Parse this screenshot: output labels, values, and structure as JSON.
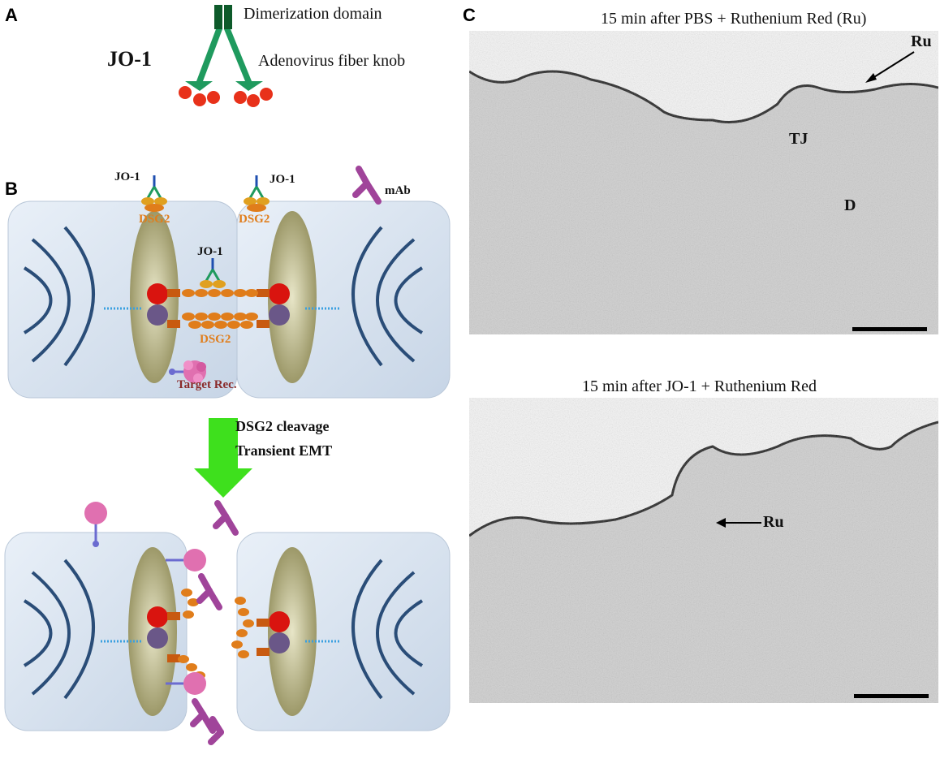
{
  "panels": {
    "a": {
      "letter": "A",
      "molecule_label": "JO-1",
      "dimerization_label": "Dimerization domain",
      "knob_label": "Adenovirus fiber knob"
    },
    "b": {
      "letter": "B",
      "jo1_left": "JO-1",
      "jo1_right": "JO-1",
      "jo1_middle": "JO-1",
      "mab_label": "mAb",
      "dsg2_left": "DSG2",
      "dsg2_right": "DSG2",
      "dsg2_middle": "DSG2",
      "target_receptor": "Target Rec.",
      "arrow_text_1": "DSG2 cleavage",
      "arrow_text_2": "Transient EMT"
    },
    "c": {
      "letter": "C",
      "top_title": "15 min after PBS + Ruthenium Red (Ru)",
      "top_ru": "Ru",
      "top_tj": "TJ",
      "top_d": "D",
      "bottom_title": "15 min after JO-1 + Ruthenium Red",
      "bottom_ru": "Ru"
    }
  },
  "colors": {
    "fiber_green": "#1f9a5e",
    "dark_green": "#0d5a2a",
    "knob_red": "#e8311a",
    "cell_blue": "#dde8f4",
    "nucleus_olive": "#b2ad80",
    "dsg2_orange": "#e07d1b",
    "mab_purple": "#a0449a",
    "arrow_green": "#3ee01d"
  }
}
